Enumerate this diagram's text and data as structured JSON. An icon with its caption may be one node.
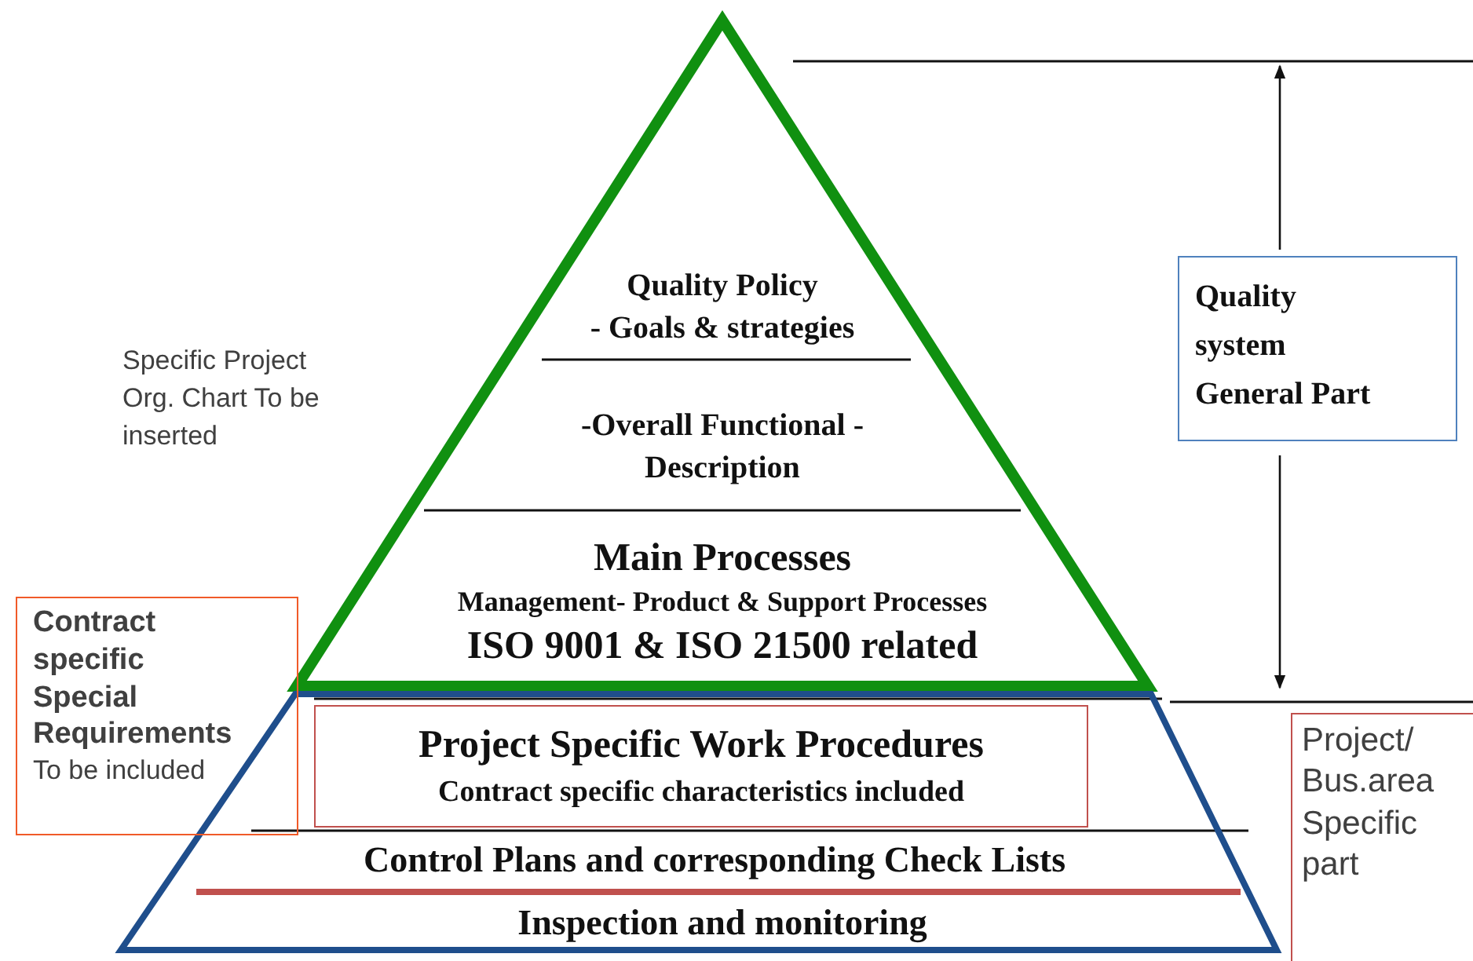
{
  "diagram": {
    "nodes": [
      {
        "text": [],
        "shape": "triangle"
      },
      {
        "text": [
          "Quality Policy",
          "- Goals & strategies"
        ],
        "in": 0
      },
      {
        "text": [
          "-Overall Functional -Description"
        ],
        "in": 0
      },
      {
        "text": [
          "Main Processes",
          "Management- Product & Support Processes",
          "ISO 9001 & ISO 21500 related"
        ],
        "in": 0
      },
      {
        "text": [],
        "shape": "trapezoid"
      },
      {
        "text": [
          "Project Specific Work Procedures",
          "Contract specific characteristics included"
        ],
        "in": 4
      },
      {
        "text": [
          "Control Plans and corresponding Check Lists"
        ],
        "in": 4
      },
      {
        "text": [
          "Inspection and monitoring"
        ],
        "in": 4
      },
      {
        "text": [
          "Contract specific Special Requirements",
          "To be included"
        ]
      },
      {
        "text": [
          "Quality system General Part"
        ]
      },
      {
        "text": [
          "Project/ Bus.area Specific part"
        ]
      }
    ],
    "labels": [
      "Specific Project Org. Chart To be inserted"
    ]
  }
}
